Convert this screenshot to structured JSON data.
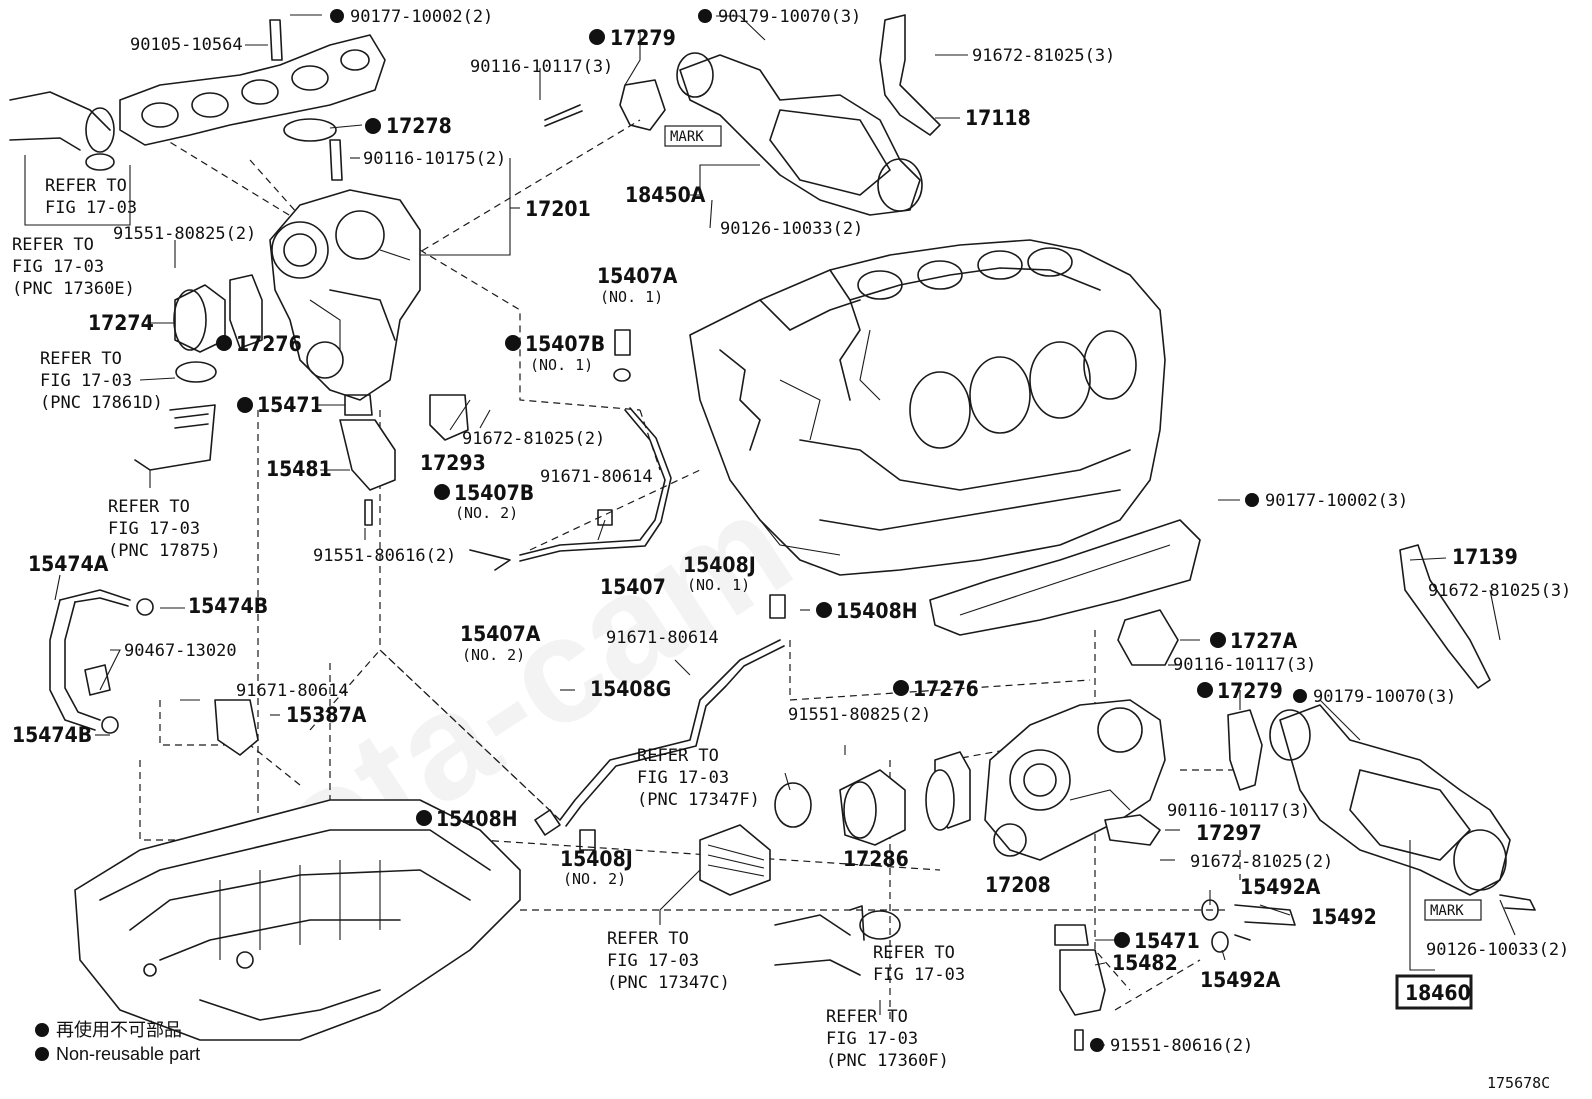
{
  "watermark": "toyota-camry.ru",
  "diagram_code": "175678C",
  "legend": {
    "line_cn": "再使用不可部品",
    "line_en": "Non-reusable part"
  },
  "callouts": [
    {
      "text": "90177-10002(2)",
      "dot": true
    },
    {
      "text": "90105-10564",
      "dot": false
    },
    {
      "text": "17279",
      "dot": true
    },
    {
      "text": "90179-10070(3)",
      "dot": true
    },
    {
      "text": "91672-81025(3)",
      "dot": false
    },
    {
      "text": "90116-10117(3)",
      "dot": false
    },
    {
      "text": "17118",
      "dot": false
    },
    {
      "text": "17278",
      "dot": true
    },
    {
      "text": "MARK",
      "dot": false
    },
    {
      "text": "90116-10175(2)",
      "dot": false
    },
    {
      "text": "18450A",
      "dot": false
    },
    {
      "text": "17201",
      "dot": false
    },
    {
      "text": "90126-10033(2)",
      "dot": false
    },
    {
      "text": "REFER TO",
      "dot": false
    },
    {
      "text": "FIG 17-03",
      "dot": false
    },
    {
      "text": "REFER TO",
      "dot": false
    },
    {
      "text": "FIG 17-03",
      "dot": false
    },
    {
      "text": "(PNC 17360E)",
      "dot": false
    },
    {
      "text": "91551-80825(2)",
      "dot": false
    },
    {
      "text": "15407A",
      "dot": false
    },
    {
      "text": "(NO. 1)",
      "dot": false
    },
    {
      "text": "17274",
      "dot": false
    },
    {
      "text": "17276",
      "dot": true
    },
    {
      "text": "15407B",
      "dot": true
    },
    {
      "text": "(NO. 1)",
      "dot": false
    },
    {
      "text": "REFER TO",
      "dot": false
    },
    {
      "text": "FIG 17-03",
      "dot": false
    },
    {
      "text": "(PNC 17861D)",
      "dot": false
    },
    {
      "text": "15471",
      "dot": true
    },
    {
      "text": "91672-81025(2)",
      "dot": false
    },
    {
      "text": "17293",
      "dot": false
    },
    {
      "text": "15481",
      "dot": false
    },
    {
      "text": "91671-80614",
      "dot": false
    },
    {
      "text": "15407B",
      "dot": true
    },
    {
      "text": "(NO. 2)",
      "dot": false
    },
    {
      "text": "REFER TO",
      "dot": false
    },
    {
      "text": "FIG 17-03",
      "dot": false
    },
    {
      "text": "(PNC 17875)",
      "dot": false
    },
    {
      "text": "91551-80616(2)",
      "dot": false
    },
    {
      "text": "90177-10002(3)",
      "dot": true
    },
    {
      "text": "15474A",
      "dot": false
    },
    {
      "text": "15407",
      "dot": false
    },
    {
      "text": "15408J",
      "dot": false
    },
    {
      "text": "(NO. 1)",
      "dot": false
    },
    {
      "text": "17139",
      "dot": false
    },
    {
      "text": "15474B",
      "dot": false
    },
    {
      "text": "15408H",
      "dot": true
    },
    {
      "text": "91672-81025(3)",
      "dot": false
    },
    {
      "text": "15407A",
      "dot": false
    },
    {
      "text": "(NO. 2)",
      "dot": false
    },
    {
      "text": "91671-80614",
      "dot": false
    },
    {
      "text": "1727A",
      "dot": true
    },
    {
      "text": "90467-13020",
      "dot": false
    },
    {
      "text": "90116-10117(3)",
      "dot": false
    },
    {
      "text": "15408G",
      "dot": false
    },
    {
      "text": "17276",
      "dot": true
    },
    {
      "text": "17279",
      "dot": true
    },
    {
      "text": "90179-10070(3)",
      "dot": true
    },
    {
      "text": "91671-80614",
      "dot": false
    },
    {
      "text": "15387A",
      "dot": false
    },
    {
      "text": "91551-80825(2)",
      "dot": false
    },
    {
      "text": "15474B",
      "dot": false
    },
    {
      "text": "REFER TO",
      "dot": false
    },
    {
      "text": "FIG 17-03",
      "dot": false
    },
    {
      "text": "(PNC 17347F)",
      "dot": false
    },
    {
      "text": "90116-10117(3)",
      "dot": false
    },
    {
      "text": "15408H",
      "dot": true
    },
    {
      "text": "17297",
      "dot": false
    },
    {
      "text": "17286",
      "dot": false
    },
    {
      "text": "15408J",
      "dot": false
    },
    {
      "text": "(NO. 2)",
      "dot": false
    },
    {
      "text": "91672-81025(2)",
      "dot": false
    },
    {
      "text": "17208",
      "dot": false
    },
    {
      "text": "15492A",
      "dot": false
    },
    {
      "text": "MARK",
      "dot": false
    },
    {
      "text": "REFER TO",
      "dot": false
    },
    {
      "text": "FIG 17-03",
      "dot": false
    },
    {
      "text": "(PNC 17347C)",
      "dot": false
    },
    {
      "text": "REFER TO",
      "dot": false
    },
    {
      "text": "FIG 17-03",
      "dot": false
    },
    {
      "text": "15471",
      "dot": true
    },
    {
      "text": "15492",
      "dot": false
    },
    {
      "text": "15482",
      "dot": false
    },
    {
      "text": "90126-10033(2)",
      "dot": false
    },
    {
      "text": "15492A",
      "dot": false
    },
    {
      "text": "REFER TO",
      "dot": false
    },
    {
      "text": "FIG 17-03",
      "dot": false
    },
    {
      "text": "(PNC 17360F)",
      "dot": false
    },
    {
      "text": "91551-80616(2)",
      "dot": false
    },
    {
      "text": "18460",
      "dot": false
    }
  ]
}
